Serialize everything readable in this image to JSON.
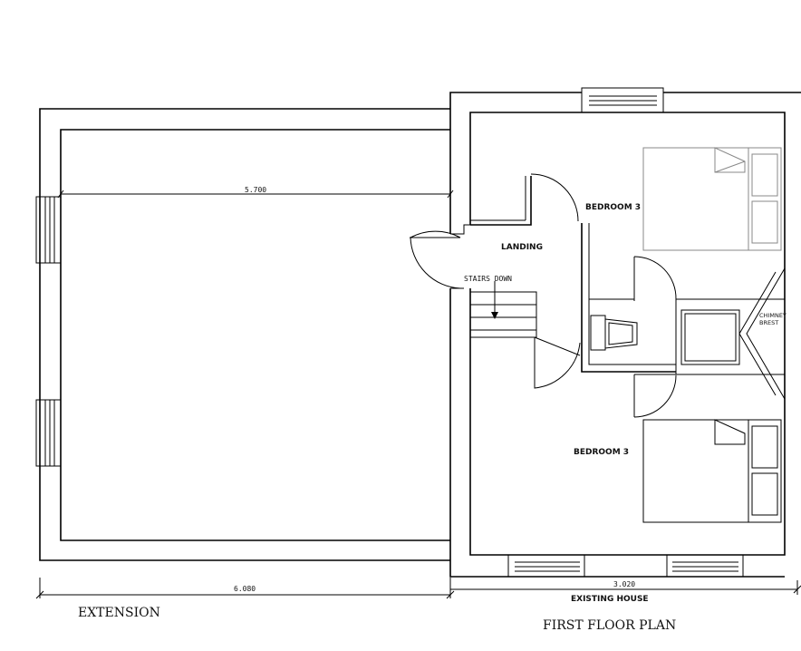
{
  "labels": {
    "landing": "LANDING",
    "bedroom_upper": "BEDROOM 3",
    "bedroom_lower": "BEDROOM 3",
    "stairs": "STAIRS DOWN",
    "chimney_1": "CHIMNEY",
    "chimney_2": "BREST",
    "extension": "EXTENSION",
    "first_floor_plan": "FIRST FLOOR PLAN",
    "existing_house": "EXISTING HOUSE"
  },
  "dimensions": {
    "inner_width": "5.700",
    "extension_width": "6.080",
    "existing_width": "3.020"
  }
}
